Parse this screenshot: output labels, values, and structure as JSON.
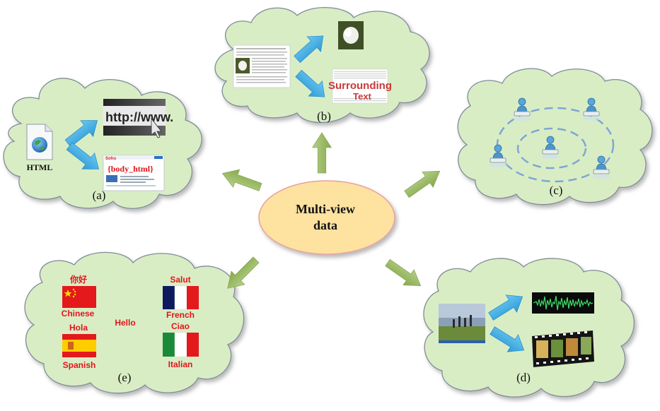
{
  "center": {
    "line1": "Multi-view",
    "line2": "data"
  },
  "panel_a": {
    "label": "(a)",
    "doc_label": "HTML",
    "url_text": "http://www.",
    "body_tag": "{body_html}",
    "site_name": "Sohu"
  },
  "panel_b": {
    "label": "(b)",
    "word1": "Surrounding",
    "word2": "Text"
  },
  "panel_c": {
    "label": "(c)"
  },
  "panel_d": {
    "label": "(d)"
  },
  "panel_e": {
    "label": "(e)",
    "chinese_word": "你好",
    "chinese": "Chinese",
    "salut": "Salut",
    "french": "French",
    "hello": "Hello",
    "hola": "Hola",
    "ciao": "Ciao",
    "spanish": "Spanish",
    "italian": "Italian"
  },
  "colors": {
    "cloud_fill": "#d9edc5",
    "cloud_stroke": "#7f8c99",
    "center_fill": "#fde2a0",
    "center_stroke": "#e9a0a0",
    "green_arrow": "#9bbb59",
    "blue_arrow": "#4fb3e8",
    "red_text": "#e0161b"
  }
}
